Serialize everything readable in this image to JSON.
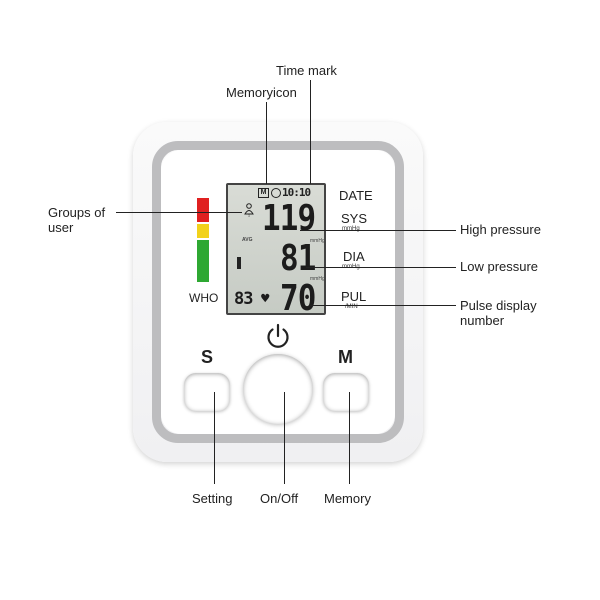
{
  "callouts": {
    "time_mark": "Time mark",
    "memory_icon": "Memoryicon",
    "groups_of_user": [
      "Groups of",
      "user"
    ],
    "high_pressure": "High pressure",
    "low_pressure": "Low pressure",
    "pulse_display": [
      "Pulse display",
      "number"
    ],
    "setting": "Setting",
    "on_off": "On/Off",
    "memory": "Memory"
  },
  "device": {
    "labels": {
      "date": "DATE",
      "sys": "SYS",
      "sys_unit": "mmHg",
      "dia": "DIA",
      "dia_unit": "mmHg",
      "pul": "PUL",
      "pul_unit": "/MIN",
      "who": "WHO"
    },
    "buttons": {
      "setting": "S",
      "memory": "M"
    },
    "who_colors": [
      "#e02020",
      "#f2d21b",
      "#2ea832"
    ]
  },
  "lcd": {
    "memory_mark": "M",
    "time": "10:10",
    "avg": "AVG",
    "sys_value": "119",
    "dia_value": "81",
    "pulse_value": "70",
    "memory_number": "83",
    "heart": "♥",
    "unit_small": "mmHg"
  }
}
